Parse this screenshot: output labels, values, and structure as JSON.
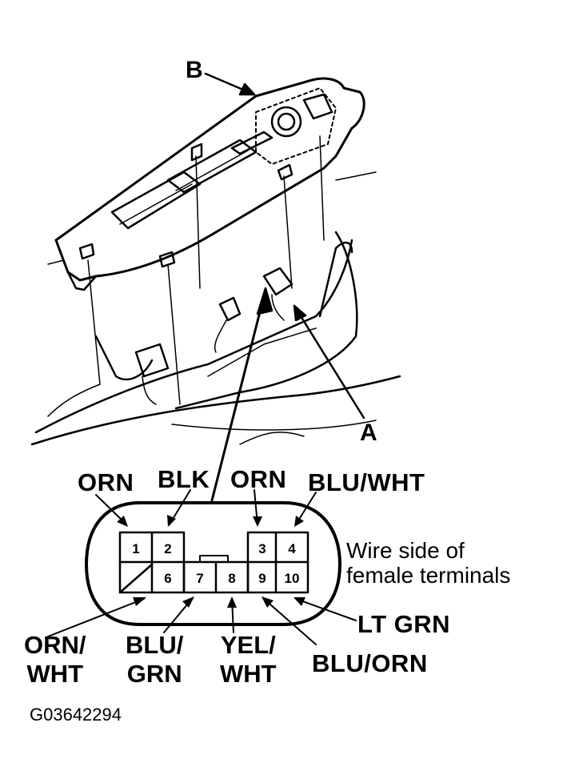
{
  "callouts": {
    "switch_label": "B",
    "connector_label": "A"
  },
  "wires_top": {
    "t1": "ORN",
    "t2": "BLK",
    "t3": "ORN",
    "t4": "BLU/WHT"
  },
  "wires_bottom": {
    "t5": [
      "ORN/",
      "WHT"
    ],
    "t6": [
      "BLU/",
      "GRN"
    ],
    "t7": [
      "YEL/",
      "WHT"
    ],
    "t9": "BLU/ORN",
    "t10": "LT GRN"
  },
  "terminals": [
    "1",
    "2",
    "3",
    "4",
    "6",
    "7",
    "8",
    "9",
    "10"
  ],
  "note": "Wire side of\nfemale terminals",
  "figure_id": "G03642294"
}
